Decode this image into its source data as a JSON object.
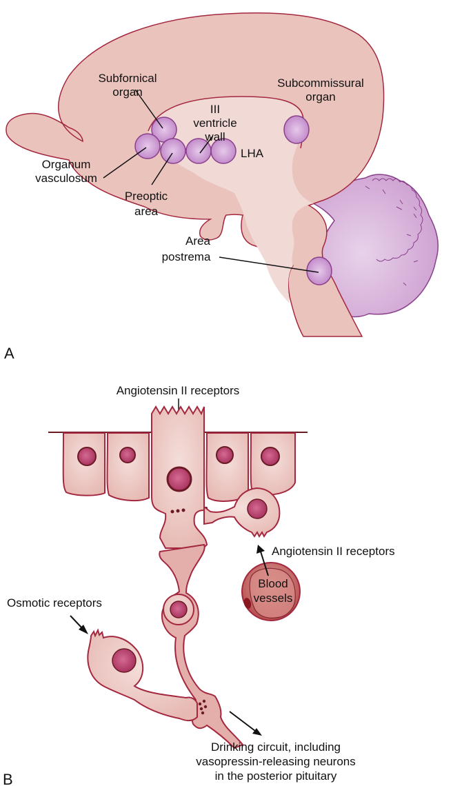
{
  "panel_a": {
    "letter": "A",
    "labels": {
      "subfornical_1": "Subfornical",
      "subfornical_2": "organ",
      "subcommissural_1": "Subcommissural",
      "subcommissural_2": "organ",
      "ventricle_1": "III",
      "ventricle_2": "ventricle",
      "ventricle_3": "wall",
      "lha": "LHA",
      "organum_1": "Organum",
      "organum_2": "vasculosum",
      "preoptic_1": "Preoptic",
      "preoptic_2": "area",
      "postrema_1": "Area",
      "postrema_2": "postrema"
    }
  },
  "panel_b": {
    "letter": "B",
    "labels": {
      "angiotensin_top": "Angiotensin II receptors",
      "angiotensin_right": "Angiotensin II receptors",
      "osmotic": "Osmotic receptors",
      "blood_1": "Blood",
      "blood_2": "vessels",
      "drinking_1": "Drinking circuit, including",
      "drinking_2": "vasopressin-releasing neurons",
      "drinking_3": "in the posterior pituitary"
    }
  },
  "colors": {
    "tissue_fill": "#ebc3bd",
    "tissue_light": "#f1d9d5",
    "outline": "#a3283f",
    "organ_fill": "#c99ad0",
    "organ_stroke": "#8a3f8c",
    "cerebellum_fill": "#d7b1d8",
    "nucleus_fill": "#b4466f",
    "vessel_fill": "#c25a5a",
    "vessel_inner": "#b34a4a"
  }
}
